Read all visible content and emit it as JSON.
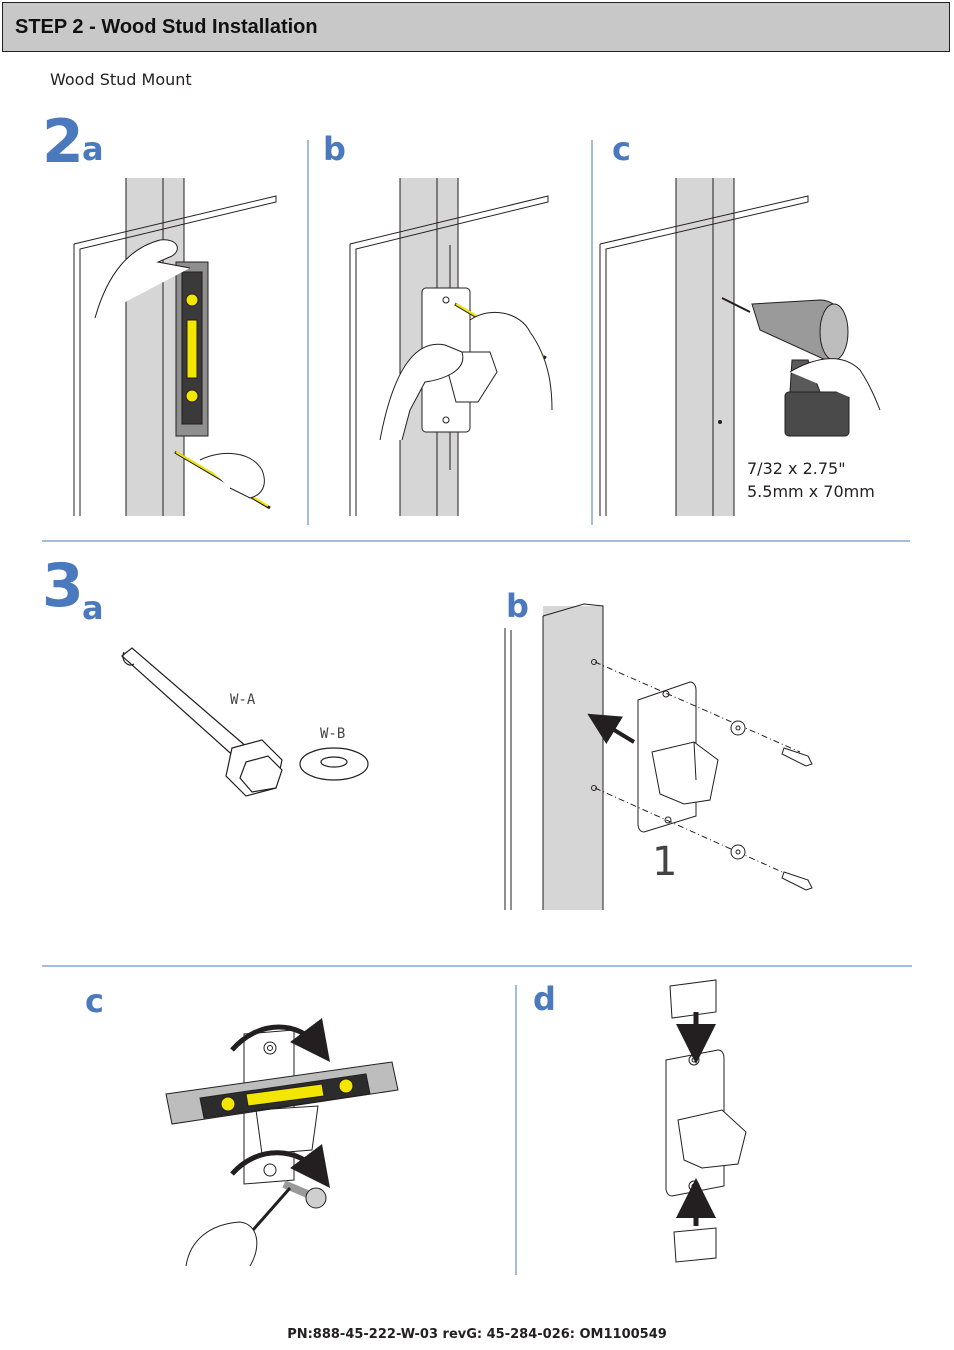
{
  "header": {
    "title": "STEP 2 - Wood Stud Installation"
  },
  "subtitle": "Wood Stud Mount",
  "step2": {
    "number": "2",
    "panels": {
      "a": "a",
      "b": "b",
      "c": "c"
    },
    "drill_spec": {
      "line1": "7/32 x 2.75\"",
      "line2": "5.5mm x 70mm"
    }
  },
  "step3": {
    "number": "3",
    "panels": {
      "a": "a",
      "b": "b",
      "c": "c",
      "d": "d"
    },
    "parts": {
      "bolt": "W-A",
      "washer": "W-B"
    },
    "callout": "1"
  },
  "footer": {
    "part_number": "PN:888-45-222-W-03 revG: 45-284-026: OM1100549"
  },
  "colors": {
    "accent": "#4a79bd",
    "header_bg": "#c8c8c8",
    "level_yellow": "#f3e600"
  }
}
